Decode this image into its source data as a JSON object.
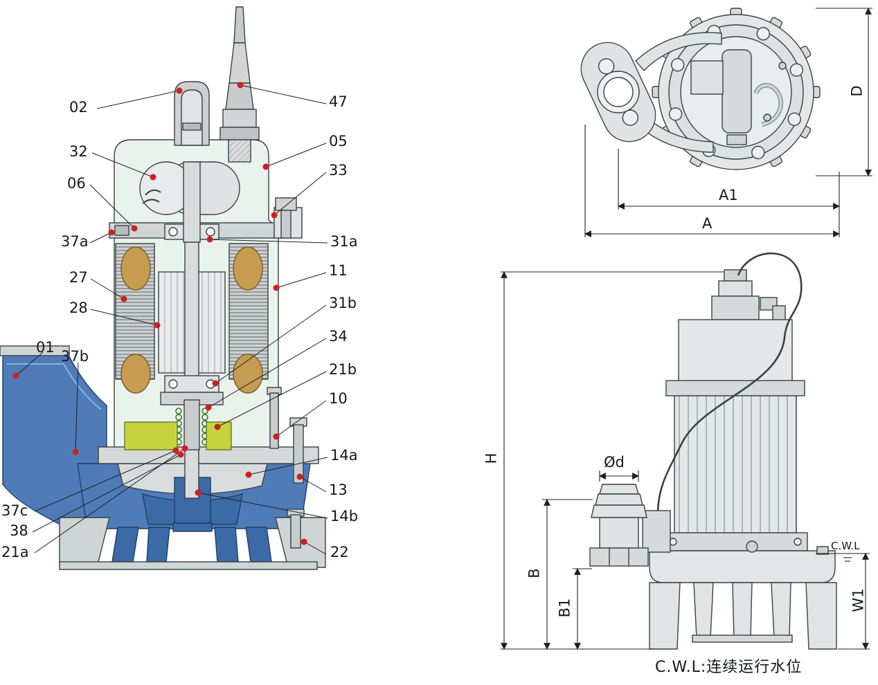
{
  "callouts": {
    "c02": "02",
    "c47": "47",
    "c05": "05",
    "c33": "33",
    "c32": "32",
    "c06": "06",
    "c37a": "37a",
    "c31a": "31a",
    "c27": "27",
    "c11": "11",
    "c28": "28",
    "c31b": "31b",
    "c34": "34",
    "c21b": "21b",
    "c10": "10",
    "c01": "01",
    "c37b": "37b",
    "c14a": "14a",
    "c13": "13",
    "c37c": "37c",
    "c14b": "14b",
    "c38": "38",
    "c21a": "21a",
    "c22": "22"
  },
  "dims": {
    "D": "D",
    "A1": "A1",
    "A": "A",
    "H": "H",
    "Od": "Ød",
    "B": "B",
    "B1": "B1",
    "W1": "W1",
    "cwl": "C.W.L"
  },
  "footer": "C.W.L:连续运行水位"
}
